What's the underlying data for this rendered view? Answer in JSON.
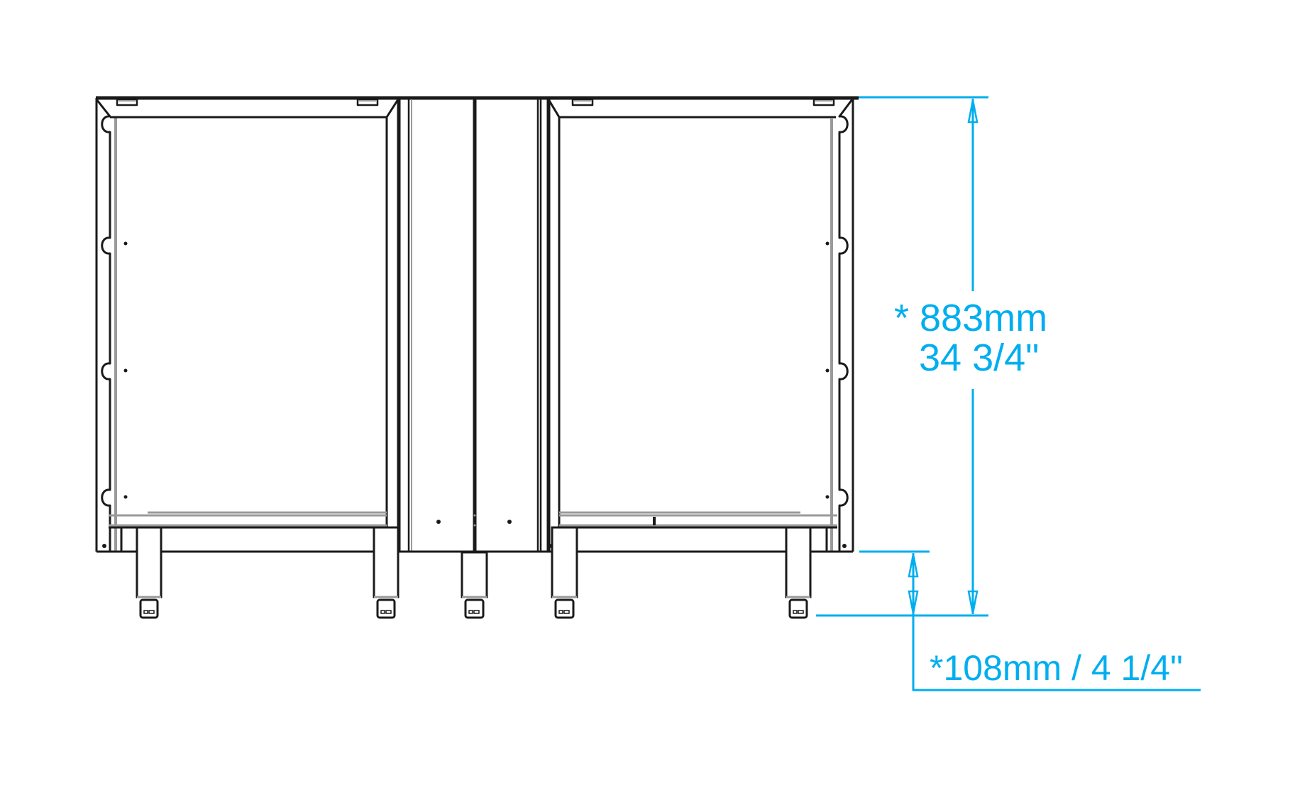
{
  "drawing": {
    "subject": "Corner base cabinet front elevation",
    "colors": {
      "outline": "#1a1a1a",
      "inner_line": "#9a9a9a",
      "dimension": "#00aeef",
      "background": "#ffffff"
    }
  },
  "dimensions": {
    "overall_height": {
      "line1": "* 883mm",
      "line2": "34 3/4\"",
      "value_mm": 883,
      "value_in": "34 3/4"
    },
    "leg_height": {
      "label": "*108mm / 4 1/4\"",
      "value_mm": 108,
      "value_in": "4 1/4"
    }
  }
}
